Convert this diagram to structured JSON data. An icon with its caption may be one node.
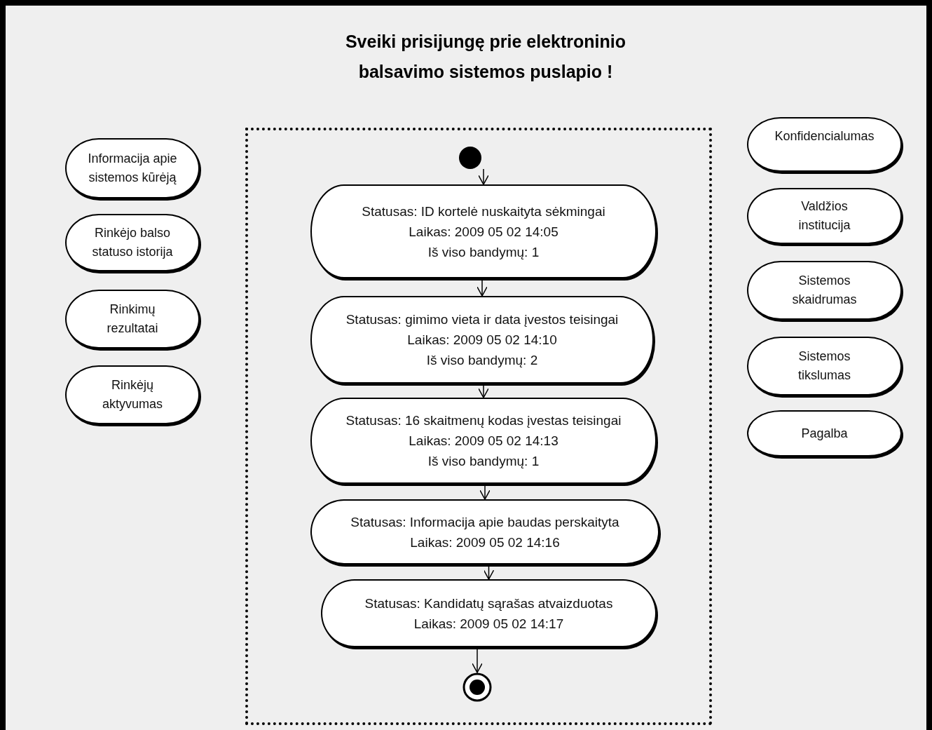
{
  "diagram": {
    "title": "Sveiki prisijungę prie elektroninio balsavimo sistemos puslapio !",
    "nodes": [
      {
        "text": [
          "Informacija apie sistemos kūrėją"
        ]
      },
      {
        "text": [
          "Rinkėjo balso statuso istorija"
        ]
      },
      {
        "text": [
          "Rinkimų rezultatai"
        ]
      },
      {
        "text": [
          "Rinkėjų aktyvumas"
        ]
      },
      {
        "text": [],
        "shape": "box"
      },
      {
        "text": [],
        "shape": "circle",
        "in": 4
      },
      {
        "text": [
          "Statusas: ID kortelė nuskaityta sėkmingai",
          "Laikas: 2009 05 02 14:05",
          "Iš viso bandymų: 1"
        ],
        "in": 4
      },
      {
        "text": [
          "Statusas: gimimo vieta ir data įvestos teisingai",
          "Laikas: 2009 05 02 14:10",
          "Iš viso bandymų: 2"
        ],
        "in": 4
      },
      {
        "text": [
          "Statusas: 16 skaitmenų kodas įvestas teisingai",
          "Laikas: 2009 05 02 14:13",
          "Iš viso bandymų: 1"
        ],
        "in": 4
      },
      {
        "text": [
          "Statusas: Informacija apie baudas perskaityta",
          "Laikas: 2009 05 02 14:16"
        ],
        "in": 4
      },
      {
        "text": [
          "Statusas: Kandidatų sąrašas atvaizduotas",
          "Laikas: 2009 05 02 14:17"
        ],
        "in": 4
      },
      {
        "text": [],
        "shape": "circle",
        "in": 4
      },
      {
        "text": [
          "Konfidencialumas"
        ]
      },
      {
        "text": [
          "Valdžios institucija"
        ]
      },
      {
        "text": [
          "Sistemos skaidrumas"
        ]
      },
      {
        "text": [
          "Sistemos tikslumas"
        ]
      },
      {
        "text": [
          "Pagalba"
        ]
      }
    ],
    "edges": [
      {
        "from": 5,
        "to": 6,
        "arrow": "to"
      },
      {
        "from": 6,
        "to": 7,
        "arrow": "to"
      },
      {
        "from": 7,
        "to": 8,
        "arrow": "to"
      },
      {
        "from": 8,
        "to": 9,
        "arrow": "to"
      },
      {
        "from": 9,
        "to": 10,
        "arrow": "to"
      },
      {
        "from": 10,
        "to": 11,
        "arrow": "to"
      }
    ]
  }
}
